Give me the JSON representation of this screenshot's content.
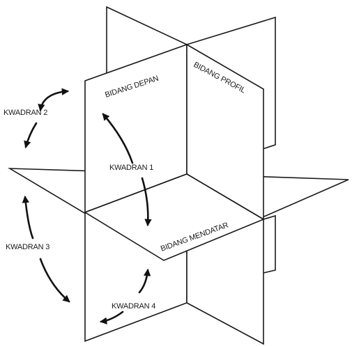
{
  "diagram": {
    "planes": {
      "front": "BIDANG DEPAN",
      "profile": "BIDANG PROFIL",
      "horizontal": "BIDANG MENDATAR"
    },
    "quadrants": {
      "q1": "KWADRAN 1",
      "q2": "KWADRAN 2",
      "q3": "KWADRAN 3",
      "q4": "KWADRAN 4"
    },
    "colors": {
      "line": "#1a1a1a",
      "background": "#ffffff"
    }
  }
}
